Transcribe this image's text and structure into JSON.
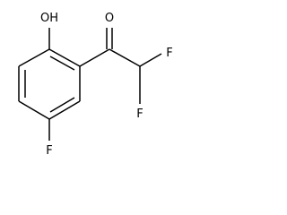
{
  "molecule": {
    "atoms": {
      "hydroxyl": "OH",
      "carbonyl_oxygen": "O",
      "fluorine_ring": "F",
      "fluorine_top": "F",
      "fluorine_bottom": "F"
    }
  }
}
